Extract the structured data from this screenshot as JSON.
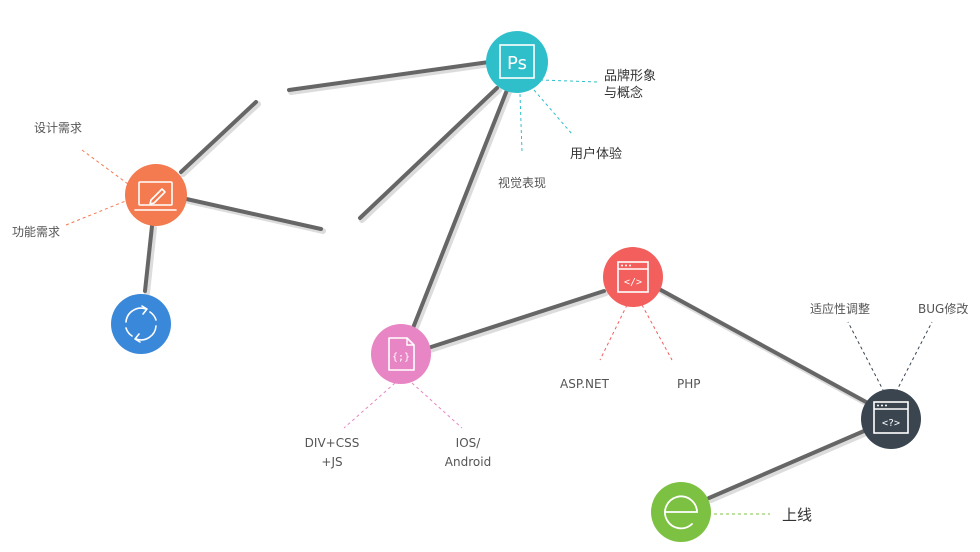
{
  "nodes": {
    "design": {
      "icon": "laptop-pen-icon",
      "color": "#f47a4f"
    },
    "cycle": {
      "icon": "refresh-icon",
      "color": "#3a88d9"
    },
    "ps": {
      "icon": "photoshop-icon",
      "text": "Ps",
      "color": "#2fbfca"
    },
    "code": {
      "icon": "browser-code-icon",
      "text": "</>",
      "color": "#f25f5c"
    },
    "css": {
      "icon": "css-file-icon",
      "text": "{;}",
      "color": "#e886c5"
    },
    "debug": {
      "icon": "browser-debug-icon",
      "text": "<?>",
      "color": "#3a4550"
    },
    "launch": {
      "icon": "ie-icon",
      "color": "#7dc142"
    }
  },
  "labels": {
    "design_req": "设计需求",
    "func_req": "功能需求",
    "brand_line1": "品牌形象",
    "brand_line2": "与概念",
    "ux": "用户体验",
    "visual": "视觉表现",
    "aspnet": "ASP.NET",
    "php": "PHP",
    "divcss_line1": "DIV+CSS",
    "divcss_line2": "+JS",
    "ios_line1": "IOS/",
    "ios_line2": "Android",
    "adapt": "适应性调整",
    "bug": "BUG修改",
    "launch": "上线"
  },
  "colors": {
    "connector": "#666666",
    "connector_shadow": "#dcdcdc"
  }
}
